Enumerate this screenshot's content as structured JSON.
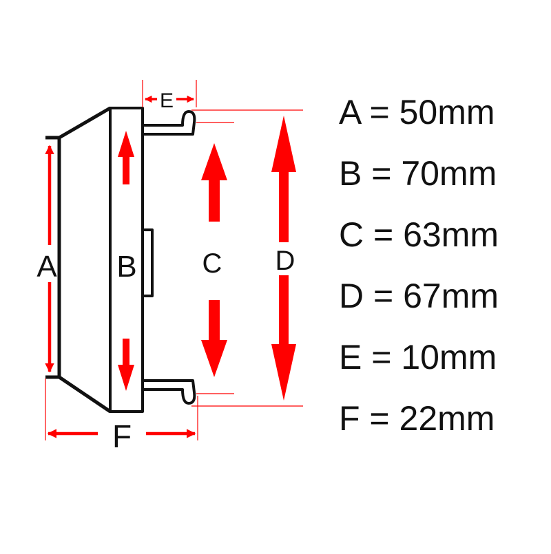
{
  "colors": {
    "outline": "#111111",
    "accent": "#ff0000",
    "background": "#ffffff"
  },
  "labels": {
    "a": "A",
    "b": "B",
    "c": "C",
    "d": "D",
    "e": "E",
    "f": "F"
  },
  "specs": [
    {
      "key": "a",
      "text": "A = 50mm"
    },
    {
      "key": "b",
      "text": "B = 70mm"
    },
    {
      "key": "c",
      "text": "C = 63mm"
    },
    {
      "key": "d",
      "text": "D = 67mm"
    },
    {
      "key": "e",
      "text": "E = 10mm"
    },
    {
      "key": "f",
      "text": "F = 22mm"
    }
  ]
}
